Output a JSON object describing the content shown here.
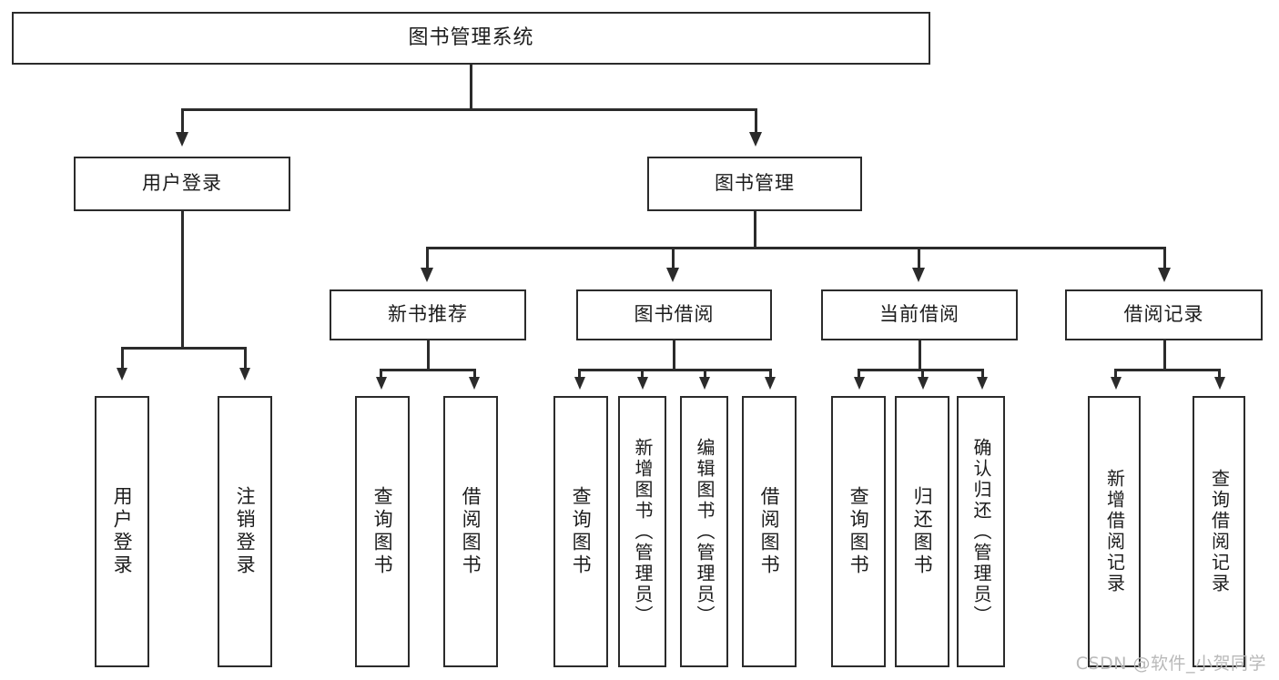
{
  "diagram": {
    "title": "图书管理系统",
    "type": "tree",
    "watermark": "CSDN @软件_小贺同学",
    "colors": {
      "stroke": "#2b2b2b",
      "fill": "#ffffff",
      "text": "#1c1c1c",
      "watermark": "#b9b9b9"
    },
    "root": {
      "label": "图书管理系统"
    },
    "level1": [
      {
        "id": "user-login",
        "label": "用户登录"
      },
      {
        "id": "book-manage",
        "label": "图书管理"
      }
    ],
    "level2": [
      {
        "id": "new-book-recommend",
        "label": "新书推荐",
        "parent": "book-manage"
      },
      {
        "id": "book-borrow",
        "label": "图书借阅",
        "parent": "book-manage"
      },
      {
        "id": "current-borrow",
        "label": "当前借阅",
        "parent": "book-manage"
      },
      {
        "id": "borrow-record",
        "label": "借阅记录",
        "parent": "book-manage"
      }
    ],
    "leaves": [
      {
        "id": "leaf-user-login",
        "label": "用户登录",
        "parent": "user-login"
      },
      {
        "id": "leaf-user-logout",
        "label": "注销登录",
        "parent": "user-login"
      },
      {
        "id": "leaf-query-book-1",
        "label": "查询图书",
        "parent": "new-book-recommend"
      },
      {
        "id": "leaf-borrow-book-1",
        "label": "借阅图书",
        "parent": "new-book-recommend"
      },
      {
        "id": "leaf-query-book-2",
        "label": "查询图书",
        "parent": "book-borrow"
      },
      {
        "id": "leaf-add-book",
        "label": "新增图书（管理员）",
        "parent": "book-borrow"
      },
      {
        "id": "leaf-edit-book",
        "label": "编辑图书（管理员）",
        "parent": "book-borrow"
      },
      {
        "id": "leaf-borrow-book-2",
        "label": "借阅图书",
        "parent": "book-borrow"
      },
      {
        "id": "leaf-query-book-3",
        "label": "查询图书",
        "parent": "current-borrow"
      },
      {
        "id": "leaf-return-book",
        "label": "归还图书",
        "parent": "current-borrow"
      },
      {
        "id": "leaf-confirm-return",
        "label": "确认归还（管理员）",
        "parent": "current-borrow"
      },
      {
        "id": "leaf-add-record",
        "label": "新增借阅记录",
        "parent": "borrow-record"
      },
      {
        "id": "leaf-query-record",
        "label": "查询借阅记录",
        "parent": "borrow-record"
      }
    ]
  }
}
